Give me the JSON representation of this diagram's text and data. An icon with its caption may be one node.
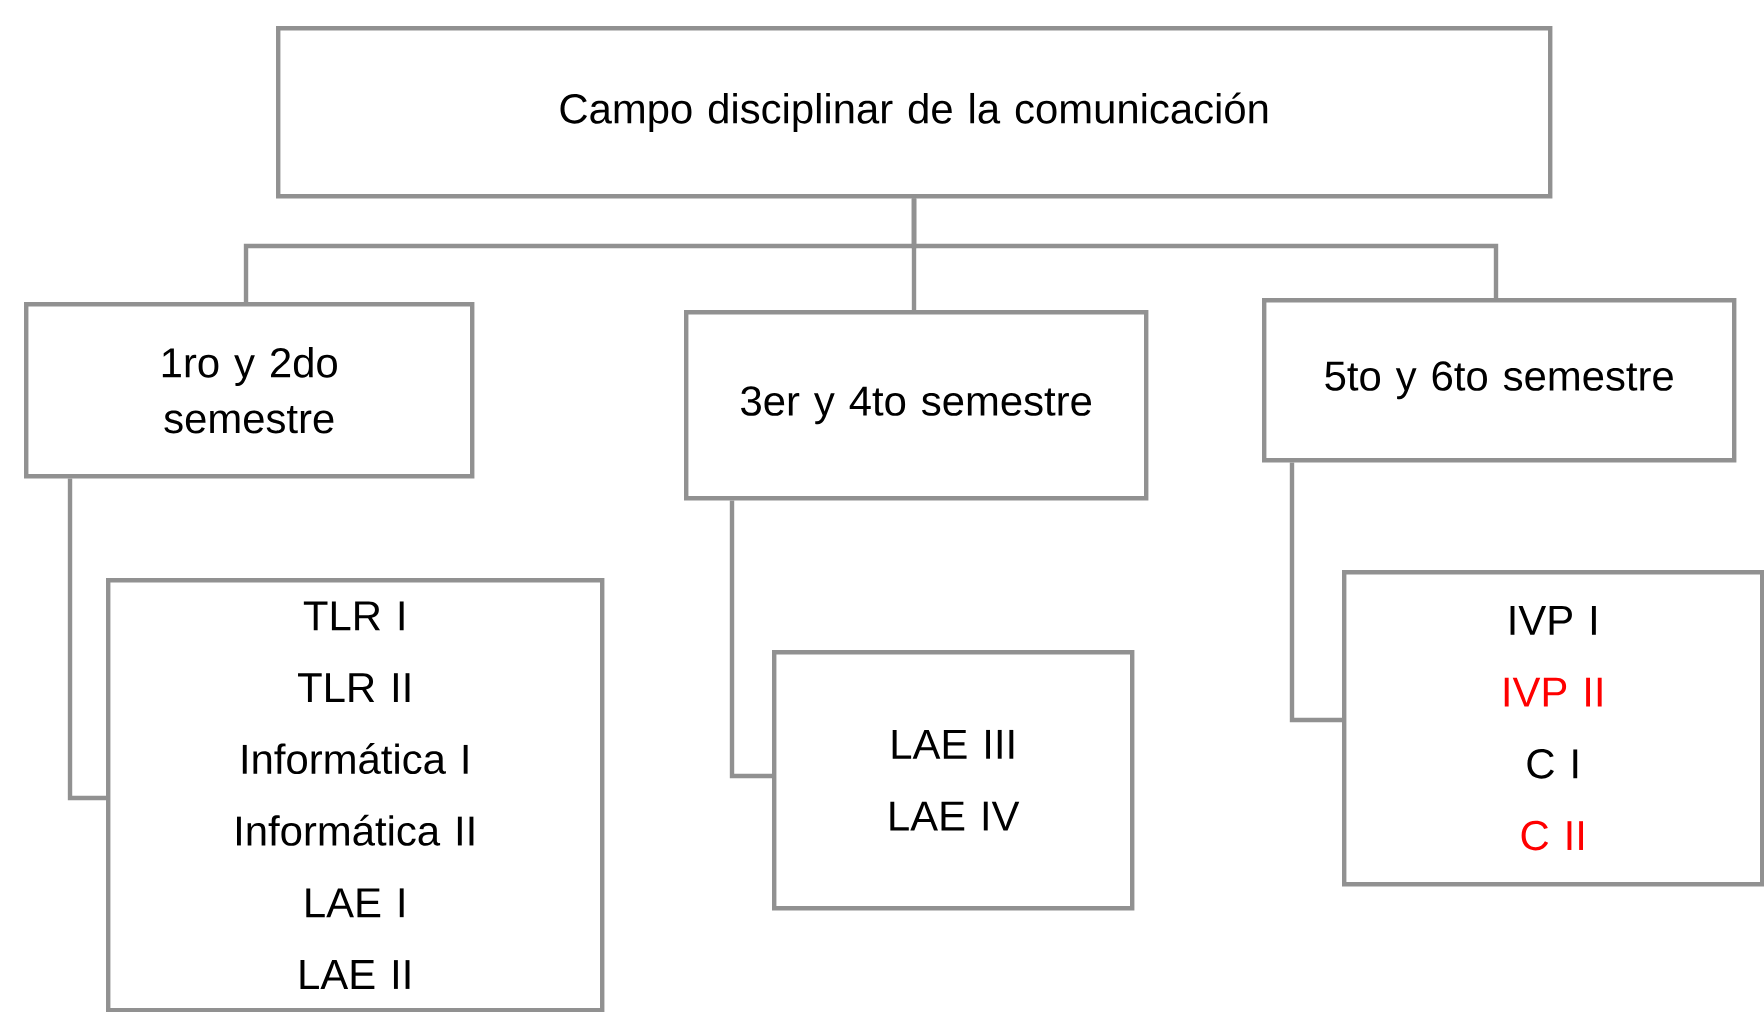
{
  "diagram": {
    "nodes": [
      {
        "text": [
          "Campo disciplinar de la comunicación"
        ]
      },
      {
        "text": [
          "1ro y 2do semestre"
        ]
      },
      {
        "text": [
          "3er y 4to semestre"
        ]
      },
      {
        "text": [
          "5to y 6to semestre"
        ]
      },
      {
        "text": [
          "TLR I",
          "TLR II",
          "Informática I",
          "Informática II",
          "LAE I",
          "LAE II"
        ]
      },
      {
        "text": [
          "LAE III",
          "LAE IV"
        ]
      },
      {
        "text": [
          "IVP I",
          "IVP II",
          "C I",
          "C II"
        ]
      }
    ],
    "edges": [
      {
        "from": 0,
        "to": 1,
        "arrow": "none"
      },
      {
        "from": 0,
        "to": 2,
        "arrow": "none"
      },
      {
        "from": 0,
        "to": 3,
        "arrow": "none"
      },
      {
        "from": 1,
        "to": 4,
        "arrow": "none"
      },
      {
        "from": 2,
        "to": 5,
        "arrow": "none"
      },
      {
        "from": 3,
        "to": 6,
        "arrow": "none"
      }
    ]
  }
}
